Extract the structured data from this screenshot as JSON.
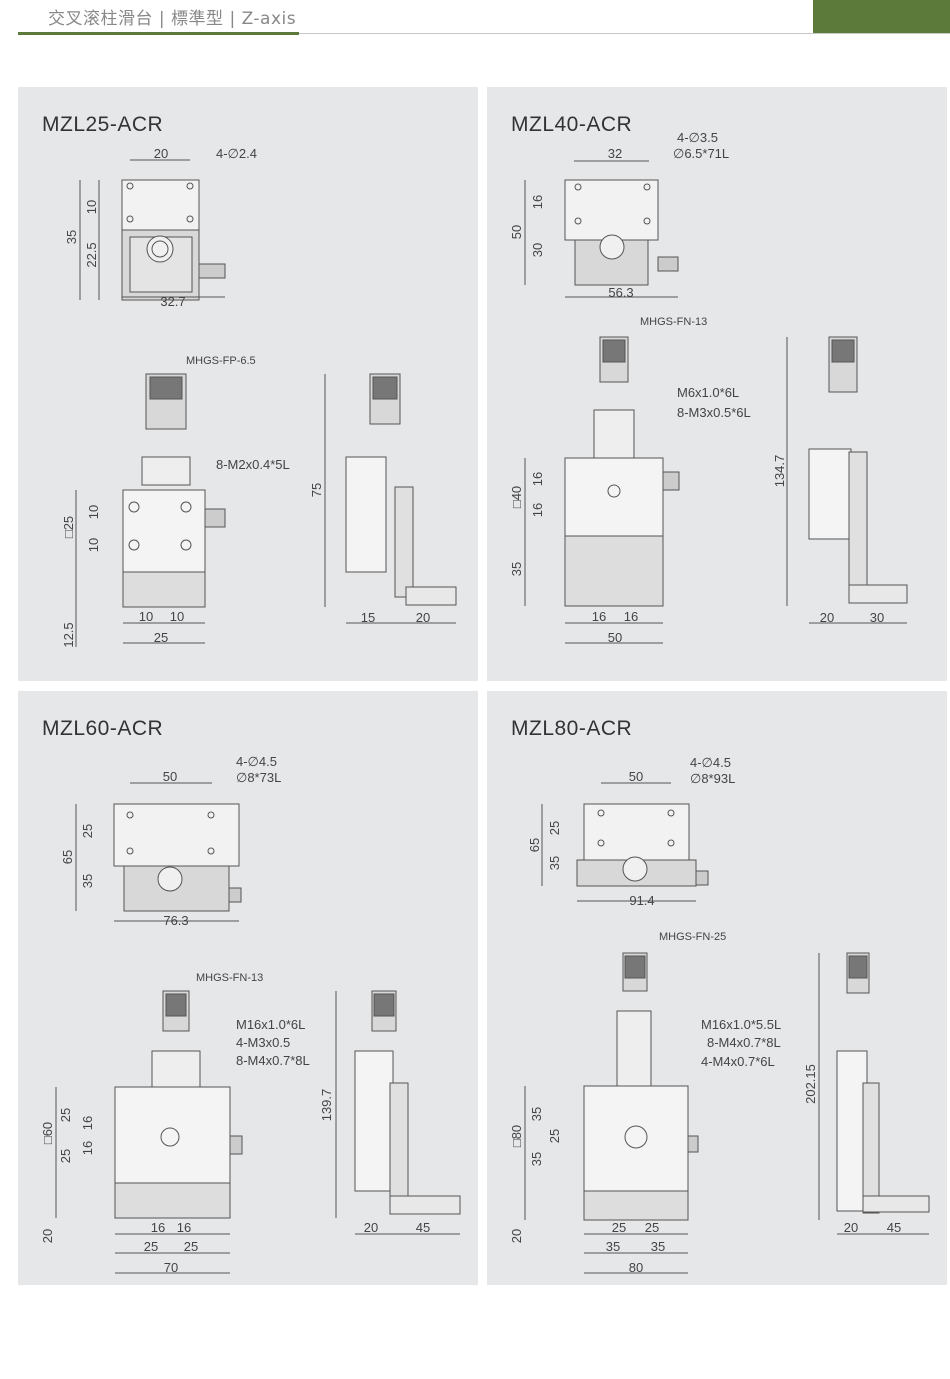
{
  "header": {
    "title": "交叉滚柱滑台 | 標準型 | Z-axis"
  },
  "colors": {
    "accent": "#5c7a3a",
    "panel_bg": "#e6e7e9"
  },
  "panels": [
    {
      "model": "MZL25-ACR",
      "top_view": {
        "width_label": "20",
        "holes_label": "4-∅2.4",
        "h1": "10",
        "h2": "22.5",
        "total": "35",
        "overall_width": "32.7"
      },
      "front_view": {
        "micrometer": "MHGS-FP-6.5",
        "holes": "8-M2x0.4*5L",
        "sq": "□25",
        "v1": "10",
        "v2": "10",
        "bottom": "12.5",
        "w1": "10",
        "w2": "10",
        "total_w": "25"
      },
      "side_view": {
        "height": "75",
        "w1": "15",
        "w2": "20"
      }
    },
    {
      "model": "MZL40-ACR",
      "top_view": {
        "width_label": "32",
        "holes_label": "4-∅3.5",
        "holes_label2": "∅6.5*71L",
        "h1": "16",
        "h2": "30",
        "total": "50",
        "overall_width": "56.3"
      },
      "front_view": {
        "micrometer": "MHGS-FN-13",
        "thread": "M6x1.0*6L",
        "holes": "8-M3x0.5*6L",
        "sq": "□40",
        "v1": "16",
        "v2": "16",
        "bottom": "35",
        "w1": "16",
        "w2": "16",
        "total_w": "50"
      },
      "side_view": {
        "height": "134.7",
        "w1": "20",
        "w2": "30"
      }
    },
    {
      "model": "MZL60-ACR",
      "top_view": {
        "width_label": "50",
        "holes_label": "4-∅4.5",
        "holes_label2": "∅8*73L",
        "h1": "25",
        "h2": "35",
        "total": "65",
        "overall_width": "76.3"
      },
      "front_view": {
        "micrometer": "MHGS-FN-13",
        "thread": "M16x1.0*6L",
        "holes": "4-M3x0.5",
        "holes2": "8-M4x0.7*8L",
        "sq": "□60",
        "v1": "25",
        "v2": "16",
        "v3": "16",
        "v4": "25",
        "bottom": "20",
        "w1": "16",
        "w2": "16",
        "w3": "25",
        "w4": "25",
        "total_w": "70"
      },
      "side_view": {
        "height": "139.7",
        "w1": "20",
        "w2": "45"
      }
    },
    {
      "model": "MZL80-ACR",
      "top_view": {
        "width_label": "50",
        "holes_label": "4-∅4.5",
        "holes_label2": "∅8*93L",
        "h1": "25",
        "h2": "35",
        "total": "65",
        "overall_width": "91.4"
      },
      "front_view": {
        "micrometer": "MHGS-FN-25",
        "thread": "M16x1.0*5.5L",
        "holes": "8-M4x0.7*8L",
        "holes2": "4-M4x0.7*6L",
        "sq": "□80",
        "v1": "35",
        "v2": "25",
        "v3": "35",
        "bottom": "20",
        "w1": "25",
        "w2": "25",
        "w3": "35",
        "w4": "35",
        "total_w": "80"
      },
      "side_view": {
        "height": "202.15",
        "w1": "20",
        "w2": "45"
      }
    }
  ]
}
